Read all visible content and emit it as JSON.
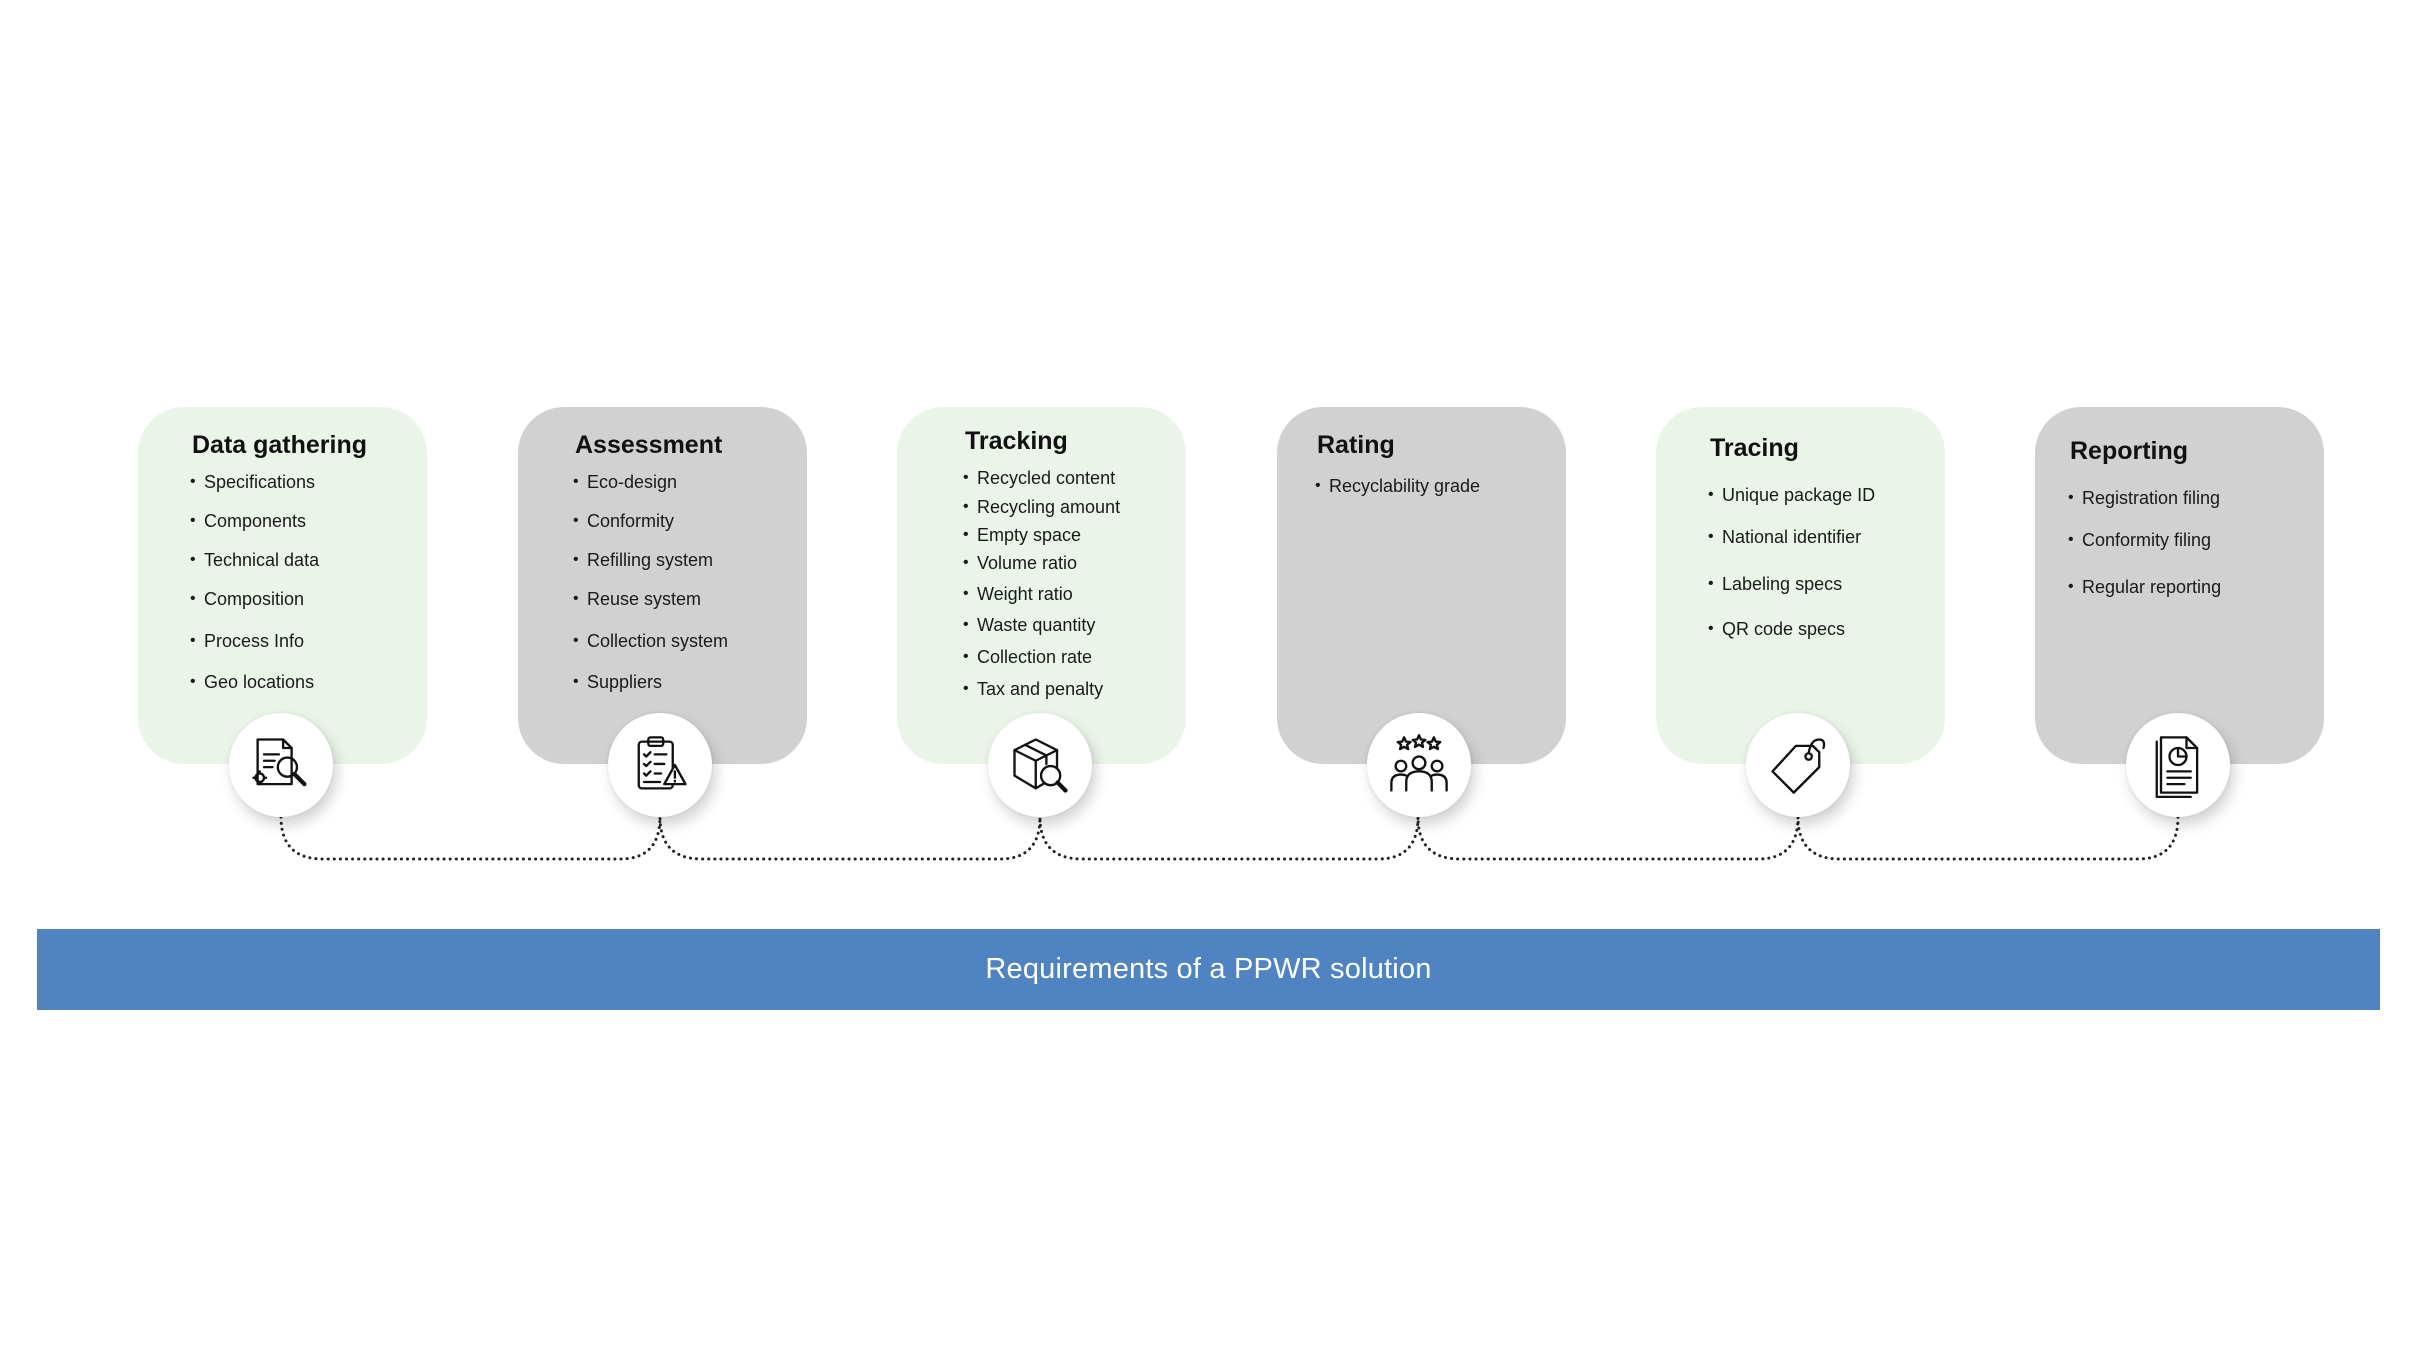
{
  "cards": [
    {
      "title": "Data gathering",
      "items": [
        "Specifications",
        "Components",
        "Technical data",
        "Composition",
        "Process Info",
        "Geo locations"
      ],
      "icon": "document-search-icon",
      "color": "#eaf4e9"
    },
    {
      "title": "Assessment",
      "items": [
        "Eco-design",
        "Conformity",
        "Refilling system",
        "Reuse system",
        "Collection system",
        "Suppliers"
      ],
      "icon": "clipboard-warning-icon",
      "color": "#d1d1d1"
    },
    {
      "title": "Tracking",
      "items": [
        "Recycled content",
        "Recycling amount",
        "Empty space",
        "Volume ratio",
        "Weight ratio",
        "Waste quantity",
        "Collection rate",
        "Tax and penalty"
      ],
      "icon": "package-search-icon",
      "color": "#eaf4e9"
    },
    {
      "title": "Rating",
      "items": [
        "Recyclability grade"
      ],
      "icon": "group-rating-icon",
      "color": "#d1d1d1"
    },
    {
      "title": "Tracing",
      "items": [
        "Unique package ID",
        "National identifier",
        "Labeling specs",
        "QR code specs"
      ],
      "icon": "tag-icon",
      "color": "#eaf4e9"
    },
    {
      "title": "Reporting",
      "items": [
        "Registration filing",
        "Conformity filing",
        "Regular reporting"
      ],
      "icon": "report-document-icon",
      "color": "#d1d1d1"
    }
  ],
  "banner": {
    "text": "Requirements of a PPWR solution",
    "color": "#4f83c2"
  }
}
